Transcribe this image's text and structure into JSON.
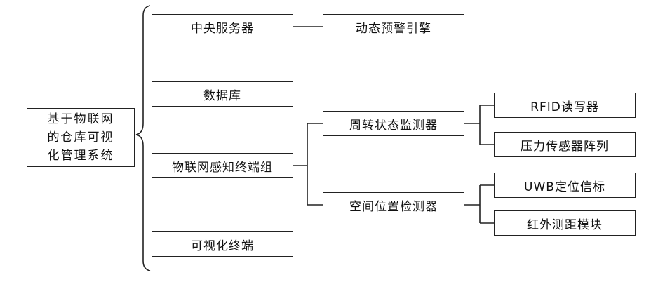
{
  "root": {
    "lines": [
      "基于物联网",
      "的仓库可视",
      "化管理系统"
    ]
  },
  "level1": {
    "central_server": "中央服务器",
    "database": "数据库",
    "iot_terminal_group": "物联网感知终端组",
    "visual_terminal": "可视化终端"
  },
  "level2": {
    "dynamic_warning_engine": "动态预警引擎",
    "turnover_monitor": "周转状态监测器",
    "spatial_detector": "空间位置检测器"
  },
  "level3": {
    "rfid": "RFID读写器",
    "pressure_array": "压力传感器阵列",
    "uwb": "UWB定位信标",
    "ir_ranging": "红外测距模块"
  }
}
